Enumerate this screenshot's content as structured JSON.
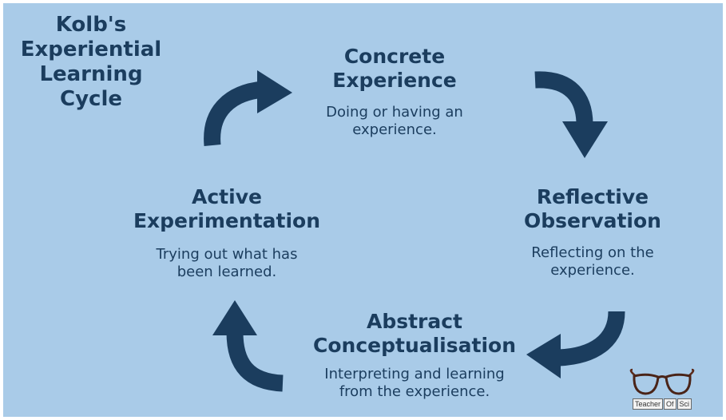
{
  "title": [
    "Kolb's",
    "Experiential",
    "Learning",
    "Cycle"
  ],
  "stages": {
    "concrete": {
      "heading": [
        "Concrete",
        "Experience"
      ],
      "description": [
        "Doing or having an",
        "experience."
      ]
    },
    "reflective": {
      "heading": [
        "Reflective",
        "Observation"
      ],
      "description": [
        "Reflecting on the",
        "experience."
      ]
    },
    "abstract": {
      "heading": [
        "Abstract",
        "Conceptualisation"
      ],
      "description": [
        "Interpreting and learning",
        "from the experience."
      ]
    },
    "active": {
      "heading": [
        "Active",
        "Experimentation"
      ],
      "description": [
        "Trying out what has",
        "been learned."
      ]
    }
  },
  "logo": {
    "parts": [
      "Teacher",
      "Of",
      "Sci"
    ]
  },
  "colors": {
    "background": "#a9cbe8",
    "text": "#1b3d5e",
    "arrow": "#1b3d5e"
  },
  "icons": [
    "curved-arrow-icon",
    "glasses-icon"
  ]
}
